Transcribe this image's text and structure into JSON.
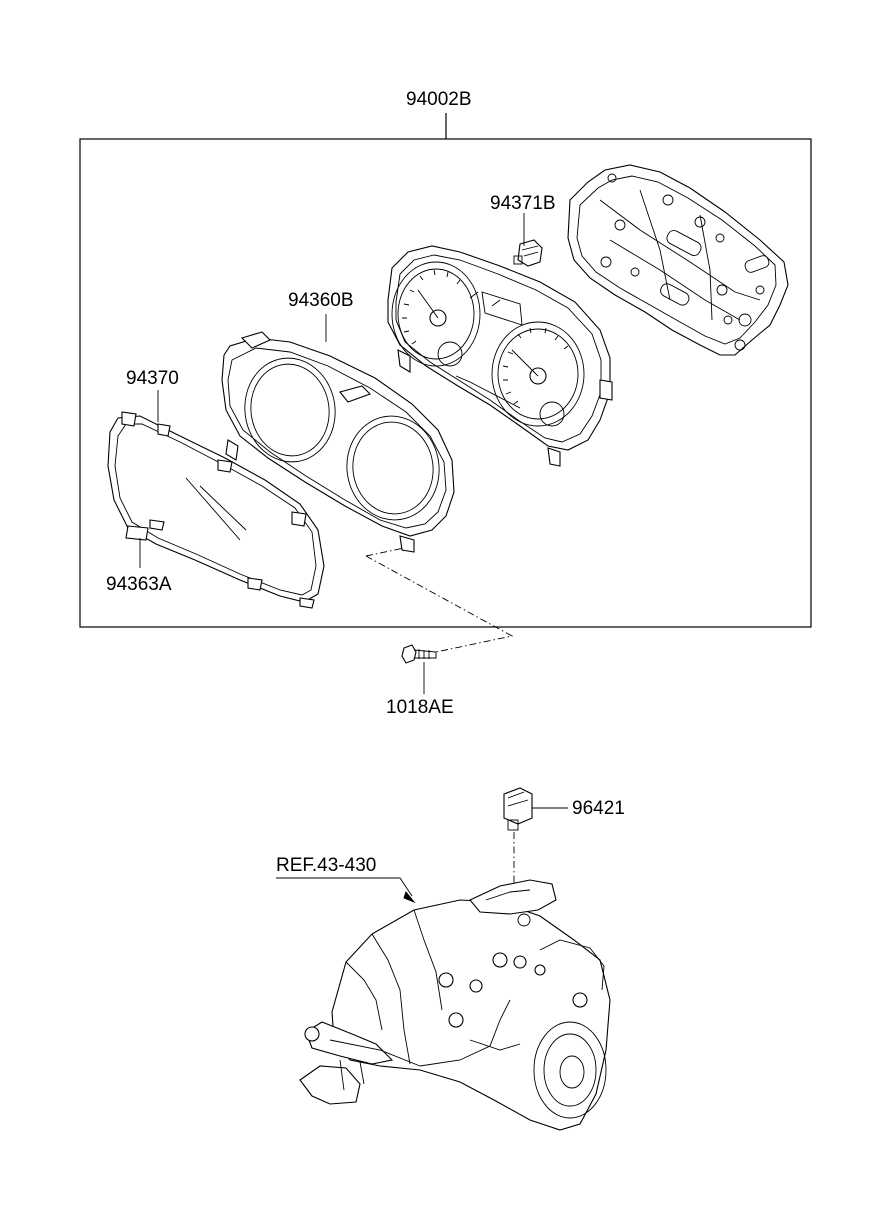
{
  "labels": {
    "assembly": "94002B",
    "plate": "94371B",
    "hood": "94360B",
    "glass": "94370",
    "pad": "94363A",
    "screw": "1018AE",
    "sensor": "96421",
    "ref": "REF.43-430"
  }
}
